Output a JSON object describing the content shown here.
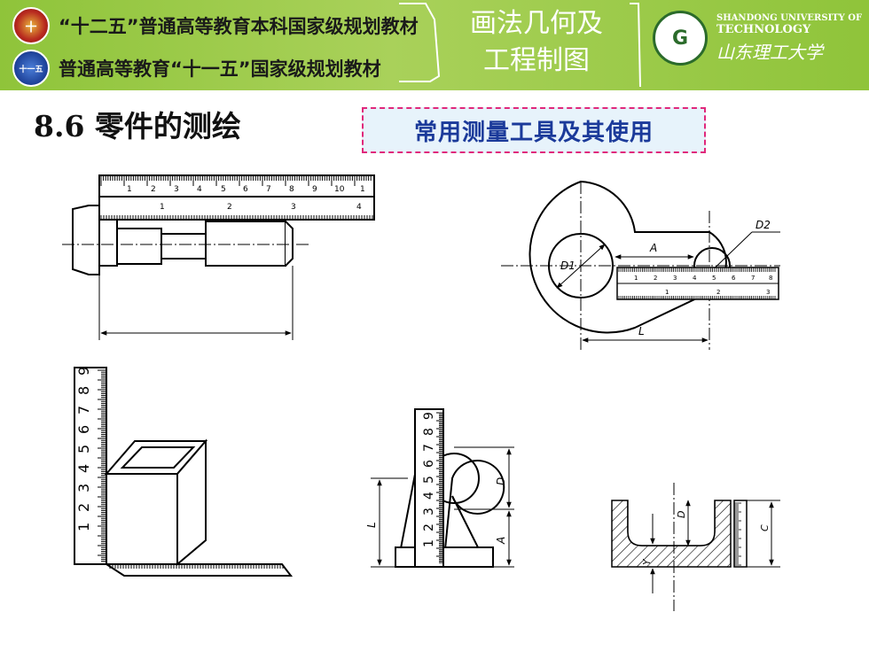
{
  "header": {
    "series_line1": "“十二五”普通高等教育本科国家级规划教材",
    "series_line2": "普通高等教育“十一五”国家级规划教材",
    "badge1_text": "十",
    "badge2_text": "十一五",
    "course_line1": "画法几何及",
    "course_line2": "工程制图",
    "university_en_line1": "SHANDONG UNIVERSITY OF",
    "university_en_line2": "TECHNOLOGY",
    "university_zh": "山东理工大学",
    "university_logo_text": "G"
  },
  "section": {
    "title": "8.6  零件的测绘",
    "subtitle": "常用测量工具及其使用"
  },
  "figures": {
    "caliper_top_scale": [
      "1",
      "2",
      "3",
      "4",
      "5",
      "6",
      "7",
      "8",
      "9",
      "10",
      "1"
    ],
    "caliper_bottom_scale": [
      "1",
      "2",
      "3",
      "4"
    ],
    "ring_scale_top": [
      "1",
      "2",
      "3",
      "4",
      "5",
      "6",
      "7",
      "8"
    ],
    "ring_scale_bottom": [
      "1",
      "2",
      "3"
    ],
    "ring_labels": {
      "d1": "D1",
      "d2": "D2",
      "a": "A",
      "l": "L"
    },
    "vertical_scale": [
      "1",
      "2",
      "3",
      "4",
      "5",
      "6",
      "7",
      "8",
      "9"
    ],
    "bracket_labels": {
      "l": "L",
      "d": "D",
      "a": "A"
    },
    "channel_labels": {
      "d": "D",
      "c": "C",
      "y": "Y"
    }
  }
}
